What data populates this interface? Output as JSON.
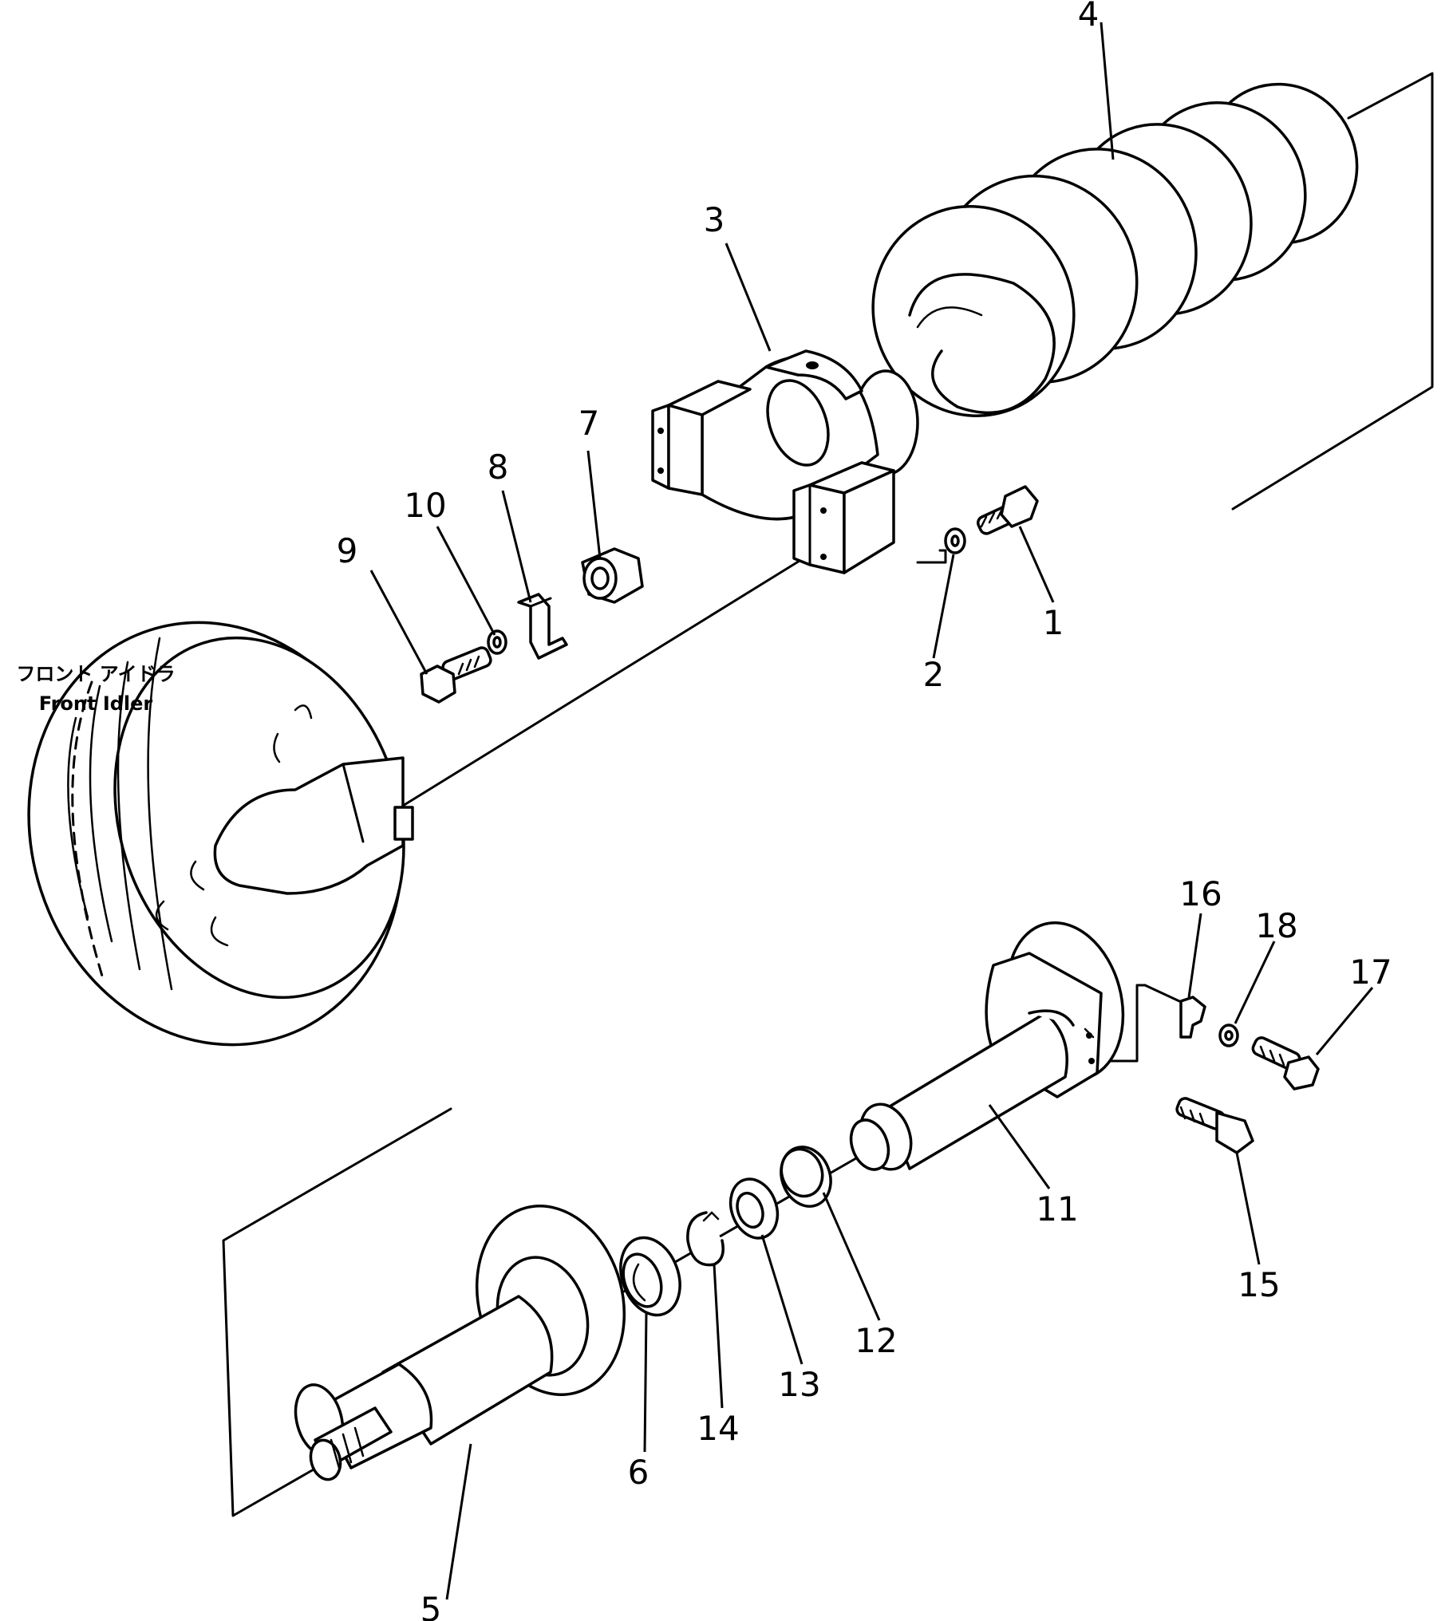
{
  "callouts": {
    "c1": "1",
    "c2": "2",
    "c3": "3",
    "c4": "4",
    "c5": "5",
    "c6": "6",
    "c7": "7",
    "c8": "8",
    "c9": "9",
    "c10": "10",
    "c11": "11",
    "c12": "12",
    "c13": "13",
    "c14": "14",
    "c15": "15",
    "c16": "16",
    "c17": "17",
    "c18": "18"
  },
  "labels": {
    "front_idler_jp": "フロント アイドラ",
    "front_idler_en": "Front Idler"
  },
  "colors": {
    "ink": "#000000",
    "paper": "#ffffff"
  }
}
